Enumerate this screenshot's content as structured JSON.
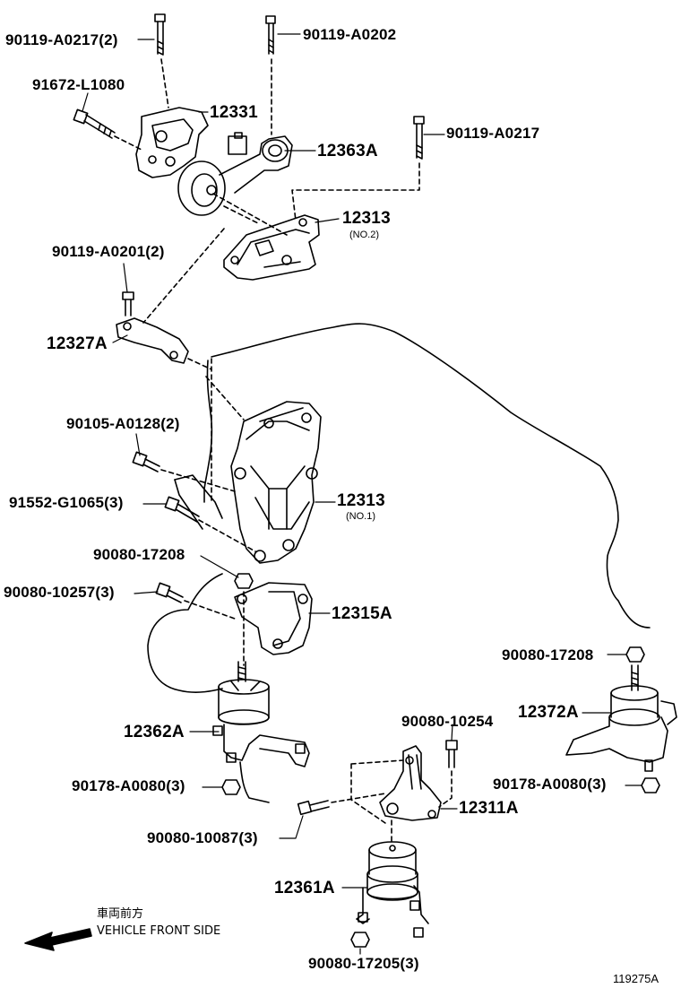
{
  "parts": {
    "p1": "90119-A0217(2)",
    "p2": "90119-A0202",
    "p3": "91672-L1080",
    "p4": "12331",
    "p5": "12363A",
    "p6": "90119-A0217",
    "p7": "12313",
    "p7_sub": "(NO.2)",
    "p8": "90119-A0201(2)",
    "p9": "12327A",
    "p10": "90105-A0128(2)",
    "p11": "91552-G1065(3)",
    "p12": "12313",
    "p12_sub": "(NO.1)",
    "p13": "90080-17208",
    "p14": "90080-10257(3)",
    "p15": "12315A",
    "p16": "90080-17208",
    "p17": "12372A",
    "p18": "12362A",
    "p19": "90080-10254",
    "p20": "90178-A0080(3)",
    "p21": "90178-A0080(3)",
    "p22": "12311A",
    "p23": "90080-10087(3)",
    "p24": "12361A",
    "p25": "90080-17205(3)"
  },
  "direction": {
    "jp": "車両前方",
    "en": "VEHICLE FRONT SIDE"
  },
  "figure_id": "119275A"
}
